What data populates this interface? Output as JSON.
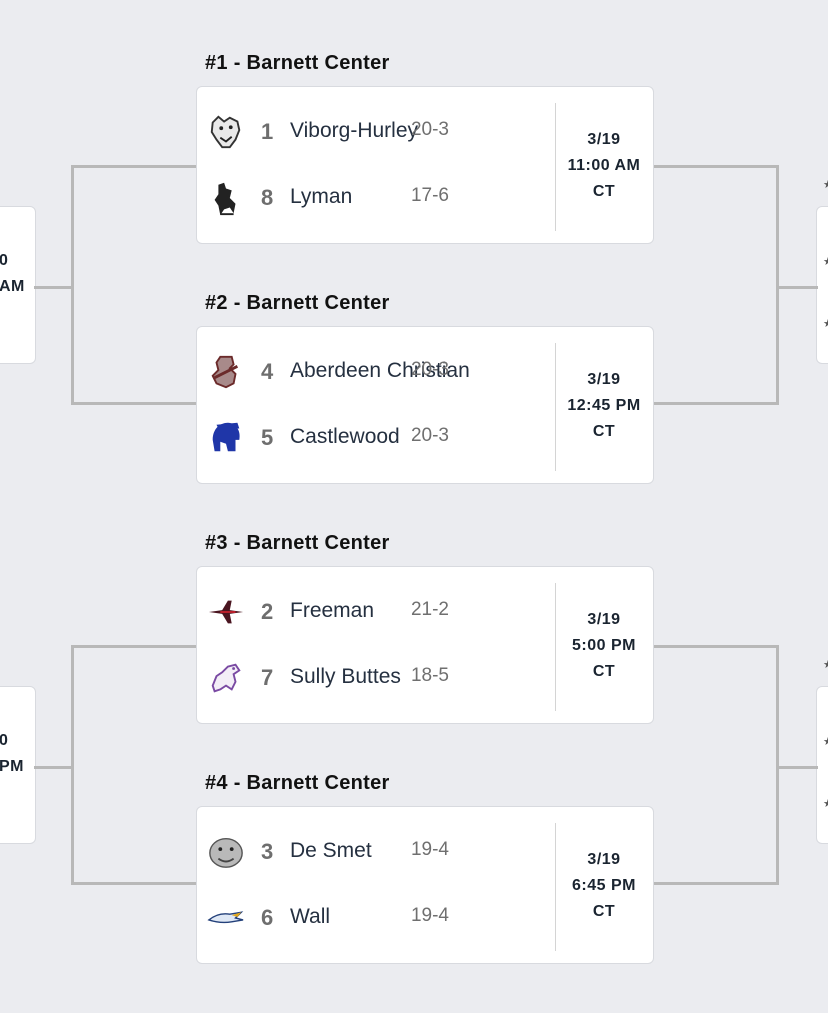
{
  "games": [
    {
      "title": "#1 - Barnett Center",
      "teams": [
        {
          "seed": "1",
          "name": "Viborg-Hurley",
          "record": "20-3",
          "logo": "cougar-icon"
        },
        {
          "seed": "8",
          "name": "Lyman",
          "record": "17-6",
          "logo": "raider-horse-icon"
        }
      ],
      "date": "3/19",
      "time": "11:00 AM",
      "tz": "CT"
    },
    {
      "title": "#2 - Barnett Center",
      "teams": [
        {
          "seed": "4",
          "name": "Aberdeen Christian",
          "record": "20-3",
          "logo": "knight-icon"
        },
        {
          "seed": "5",
          "name": "Castlewood",
          "record": "20-3",
          "logo": "spartan-helmet-icon"
        }
      ],
      "date": "3/19",
      "time": "12:45 PM",
      "tz": "CT"
    },
    {
      "title": "#3 - Barnett Center",
      "teams": [
        {
          "seed": "2",
          "name": "Freeman",
          "record": "21-2",
          "logo": "jet-icon"
        },
        {
          "seed": "7",
          "name": "Sully Buttes",
          "record": "18-5",
          "logo": "charger-horse-icon"
        }
      ],
      "date": "3/19",
      "time": "5:00 PM",
      "tz": "CT"
    },
    {
      "title": "#4 - Barnett Center",
      "teams": [
        {
          "seed": "3",
          "name": "De Smet",
          "record": "19-4",
          "logo": "bulldog-icon"
        },
        {
          "seed": "6",
          "name": "Wall",
          "record": "19-4",
          "logo": "eagle-icon"
        }
      ],
      "date": "3/19",
      "time": "6:45 PM",
      "tz": "CT"
    }
  ],
  "left_cards": [
    {
      "line1": "0",
      "line2": "AM"
    },
    {
      "line1": "0",
      "line2": "PM"
    }
  ],
  "colors": {
    "background": "#ebecf0",
    "connector": "#b8b8b8",
    "time_text": "#1a2430"
  }
}
